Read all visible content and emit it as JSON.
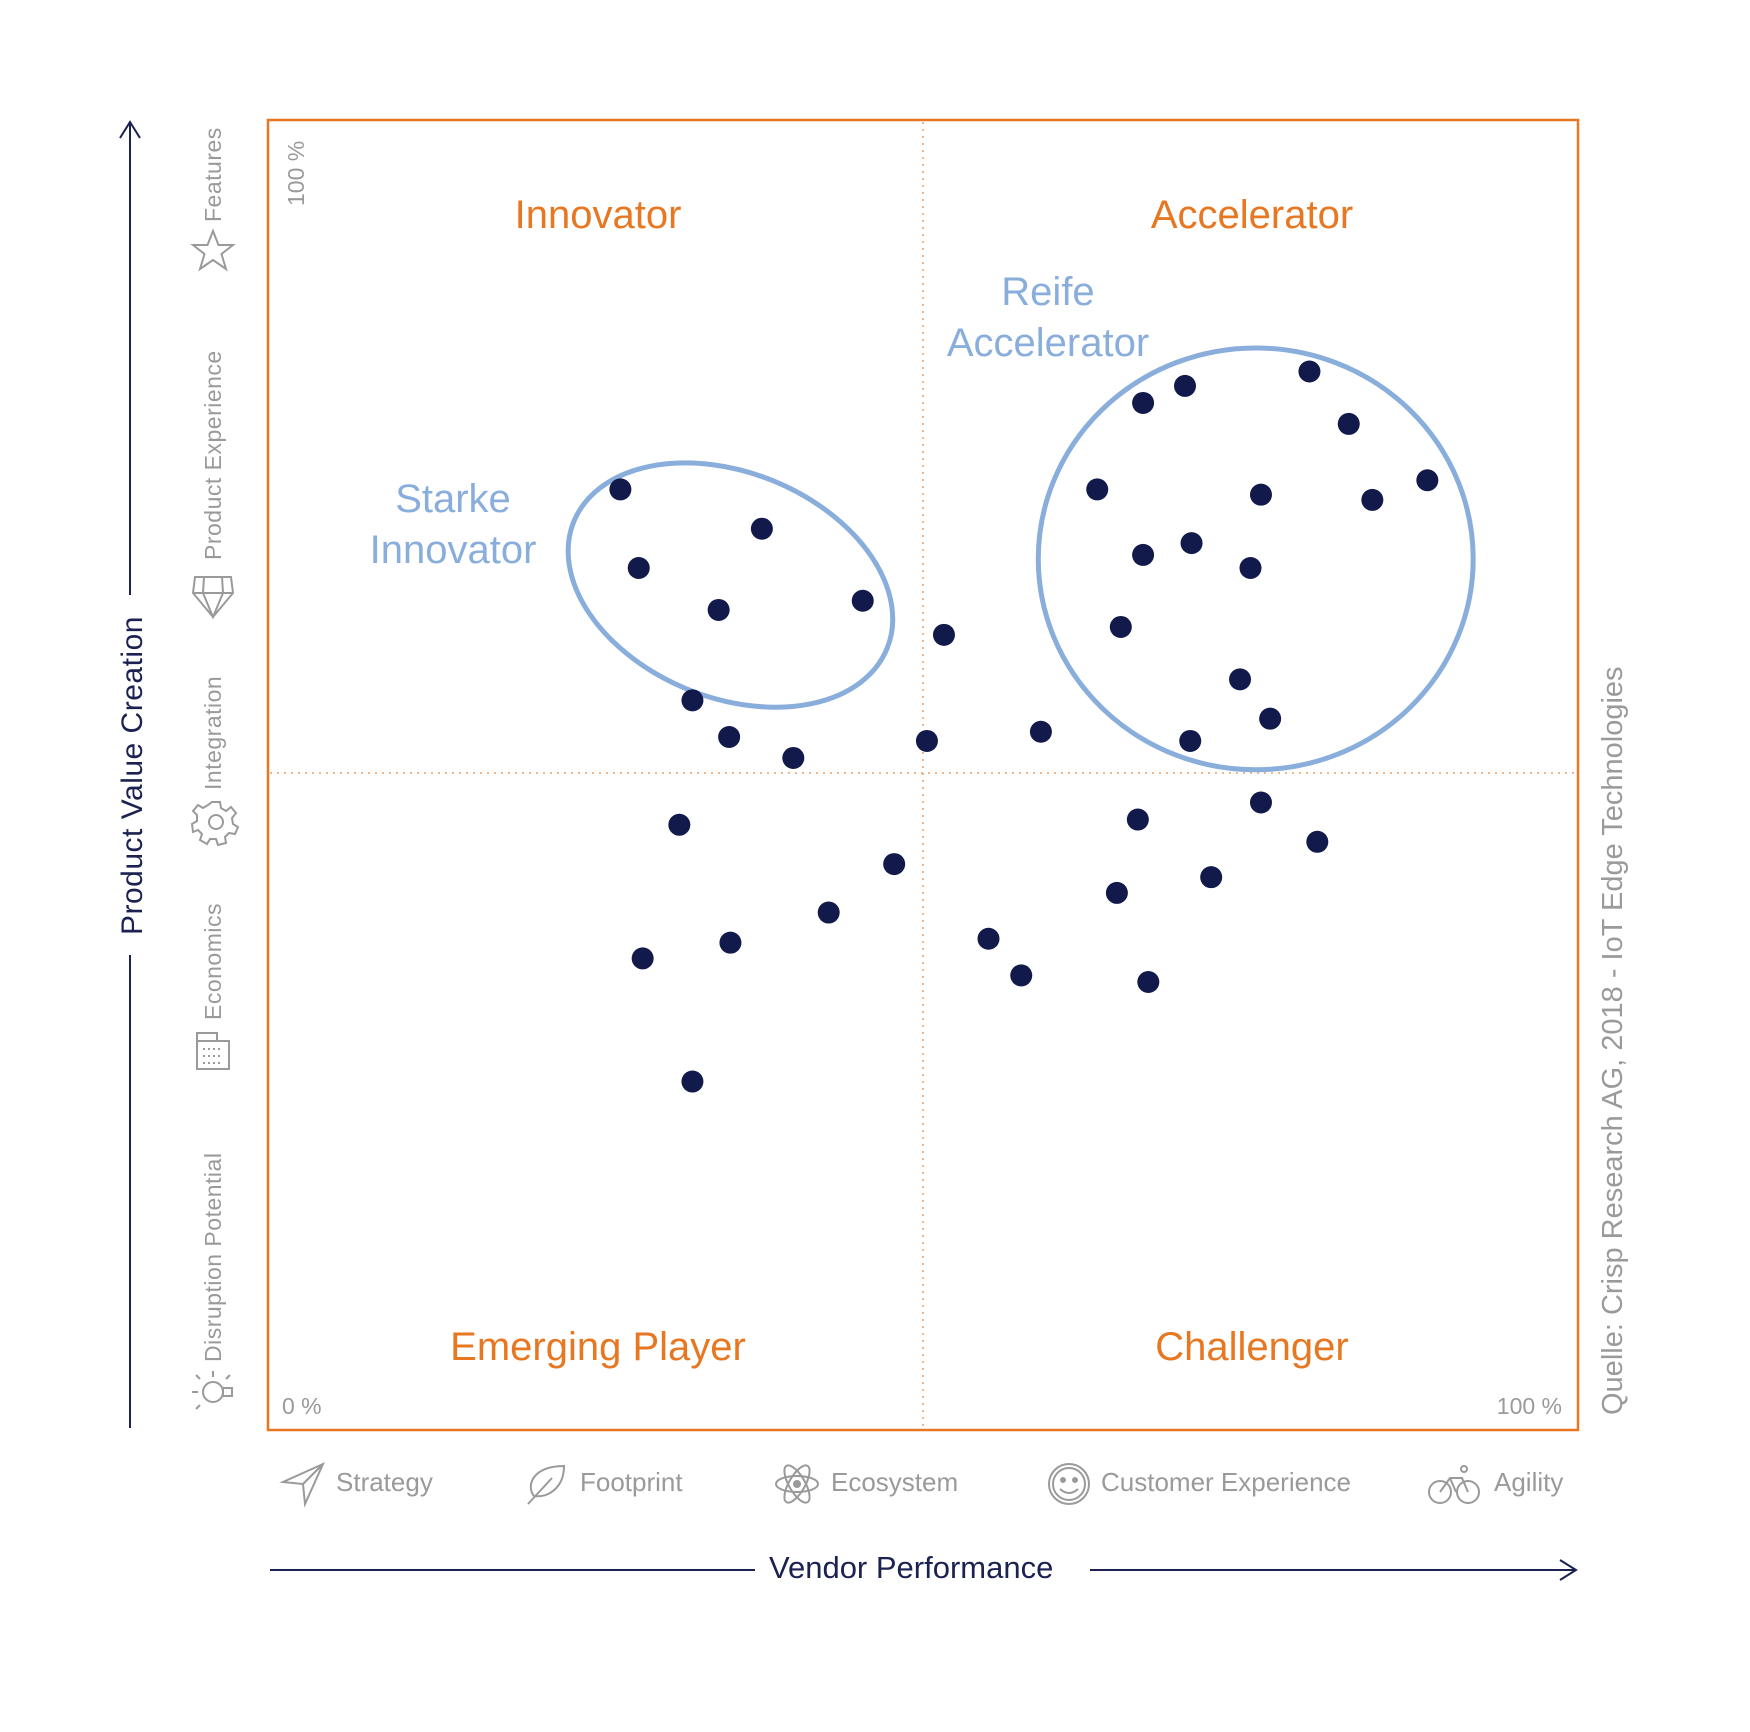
{
  "chart_data": {
    "type": "scatter",
    "xlabel": "Vendor Performance",
    "ylabel": "Product Value Creation",
    "xlim": [
      0,
      100
    ],
    "ylim": [
      0,
      100
    ],
    "corner_labels": {
      "top_left": "100 %",
      "bottom_left": "0 %",
      "bottom_right": "100 %"
    },
    "quadrants": {
      "top_left": "Innovator",
      "top_right": "Accelerator",
      "bottom_left": "Emerging Player",
      "bottom_right": "Challenger"
    },
    "clusters": [
      {
        "label_lines": [
          "Starke",
          "Innovator"
        ],
        "cx": 35.3,
        "cy": 64.5,
        "rx": 12.9,
        "ry": 8.6,
        "rotate": 22
      },
      {
        "label_lines": [
          "Reife",
          "Accelerator"
        ],
        "cx": 75.4,
        "cy": 66.5,
        "rx": 16.6,
        "ry": 16.1,
        "rotate": 0
      }
    ],
    "x_categories": [
      "Strategy",
      "Footprint",
      "Ecosystem",
      "Customer Experience",
      "Agility"
    ],
    "y_categories": [
      "Disruption Potential",
      "Economics",
      "Integration",
      "Product Experience",
      "Features"
    ],
    "points": [
      {
        "x": 26.9,
        "y": 71.8
      },
      {
        "x": 37.7,
        "y": 68.8
      },
      {
        "x": 28.3,
        "y": 65.8
      },
      {
        "x": 34.4,
        "y": 62.6
      },
      {
        "x": 45.4,
        "y": 63.3
      },
      {
        "x": 51.6,
        "y": 60.7
      },
      {
        "x": 32.4,
        "y": 55.7
      },
      {
        "x": 35.2,
        "y": 52.9
      },
      {
        "x": 40.1,
        "y": 51.3
      },
      {
        "x": 50.3,
        "y": 52.6
      },
      {
        "x": 59.0,
        "y": 53.3
      },
      {
        "x": 31.4,
        "y": 46.2
      },
      {
        "x": 47.8,
        "y": 43.2
      },
      {
        "x": 42.8,
        "y": 39.5
      },
      {
        "x": 35.3,
        "y": 37.2
      },
      {
        "x": 28.6,
        "y": 36.0
      },
      {
        "x": 32.4,
        "y": 26.6
      },
      {
        "x": 55.0,
        "y": 37.5
      },
      {
        "x": 57.5,
        "y": 34.7
      },
      {
        "x": 66.4,
        "y": 46.6
      },
      {
        "x": 75.8,
        "y": 47.9
      },
      {
        "x": 80.1,
        "y": 44.9
      },
      {
        "x": 72.0,
        "y": 42.2
      },
      {
        "x": 64.8,
        "y": 41.0
      },
      {
        "x": 67.2,
        "y": 34.2
      },
      {
        "x": 66.8,
        "y": 78.4
      },
      {
        "x": 70.0,
        "y": 79.7
      },
      {
        "x": 79.5,
        "y": 80.8
      },
      {
        "x": 82.5,
        "y": 76.8
      },
      {
        "x": 63.3,
        "y": 71.8
      },
      {
        "x": 75.8,
        "y": 71.4
      },
      {
        "x": 84.3,
        "y": 71.0
      },
      {
        "x": 88.5,
        "y": 72.5
      },
      {
        "x": 66.8,
        "y": 66.8
      },
      {
        "x": 70.5,
        "y": 67.7
      },
      {
        "x": 75.0,
        "y": 65.8
      },
      {
        "x": 65.1,
        "y": 61.3
      },
      {
        "x": 74.2,
        "y": 57.3
      },
      {
        "x": 76.5,
        "y": 54.3
      },
      {
        "x": 70.4,
        "y": 52.6
      }
    ]
  },
  "source": "Quelle: Crisp Research AG, 2018 - IoT Edge Technologies",
  "colors": {
    "frame": "#e87722",
    "quadrant_text": "#e87722",
    "cluster": "#8aaedc",
    "point": "#111a4a",
    "axis": "#1b2150",
    "muted": "#9a9a9a"
  },
  "icons": {
    "x": [
      "paper-plane-icon",
      "leaf-icon",
      "atom-icon",
      "smiley-icon",
      "bicycle-icon"
    ],
    "y": [
      "lightbulb-icon",
      "building-icon",
      "gear-icon",
      "diamond-icon",
      "star-icon"
    ]
  }
}
